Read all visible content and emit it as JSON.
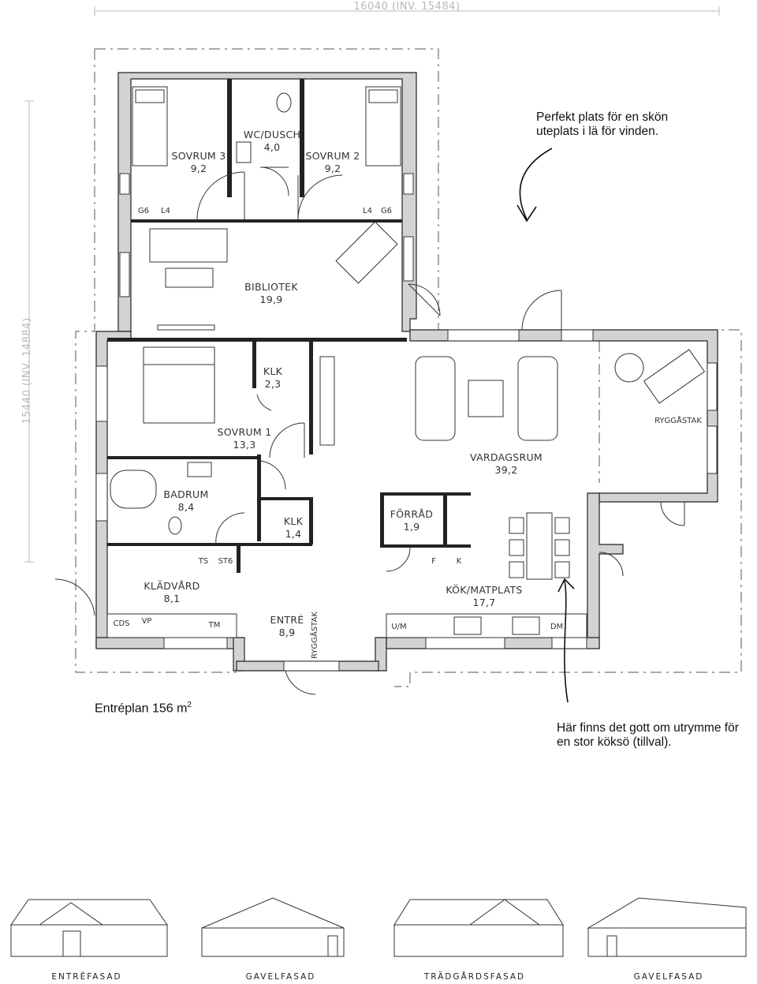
{
  "dimensions": {
    "width_label": "16040 (INV. 15484)",
    "depth_label": "15440 (INV. 14884)"
  },
  "rooms": [
    {
      "name": "SOVRUM 3",
      "area": "9,2"
    },
    {
      "name": "WC/DUSCH",
      "area": "4,0"
    },
    {
      "name": "SOVRUM 2",
      "area": "9,2"
    },
    {
      "name": "BIBLIOTEK",
      "area": "19,9"
    },
    {
      "name": "KLK",
      "area": "2,3"
    },
    {
      "name": "SOVRUM 1",
      "area": "13,3"
    },
    {
      "name": "VARDAGSRUM",
      "area": "39,2"
    },
    {
      "name": "BADRUM",
      "area": "8,4"
    },
    {
      "name": "KLK",
      "area": "1,4"
    },
    {
      "name": "FÖRRÅD",
      "area": "1,9"
    },
    {
      "name": "KLÄDVÅRD",
      "area": "8,1"
    },
    {
      "name": "KÖK/MATPLATS",
      "area": "17,7"
    },
    {
      "name": "ENTRÉ",
      "area": "8,9"
    }
  ],
  "fixtures": {
    "g6_left": "G6",
    "l4_left": "L4",
    "l4_right": "L4",
    "g6_right": "G6",
    "ts": "TS",
    "st6": "ST6",
    "cds": "CDS",
    "vp": "VP",
    "tm": "TM",
    "um": "U/M",
    "dm": "DM",
    "f": "F",
    "k": "K"
  },
  "roof_labels": {
    "living": "RYGGÅSTAK",
    "entry": "RYGGÅSTAK"
  },
  "notes": {
    "patio": [
      "Perfekt plats för en skön",
      "uteplats i lä för vinden."
    ],
    "island": [
      "Här finns det gott om utrymme för",
      "en stor köksö (tillval)."
    ]
  },
  "plan_title": {
    "text": "Entréplan 156 m",
    "unit_sup": "2"
  },
  "facades": [
    "ENTRÉFASAD",
    "GAVELFASAD",
    "TRÄDGÅRDSFASAD",
    "GAVELFASAD"
  ]
}
